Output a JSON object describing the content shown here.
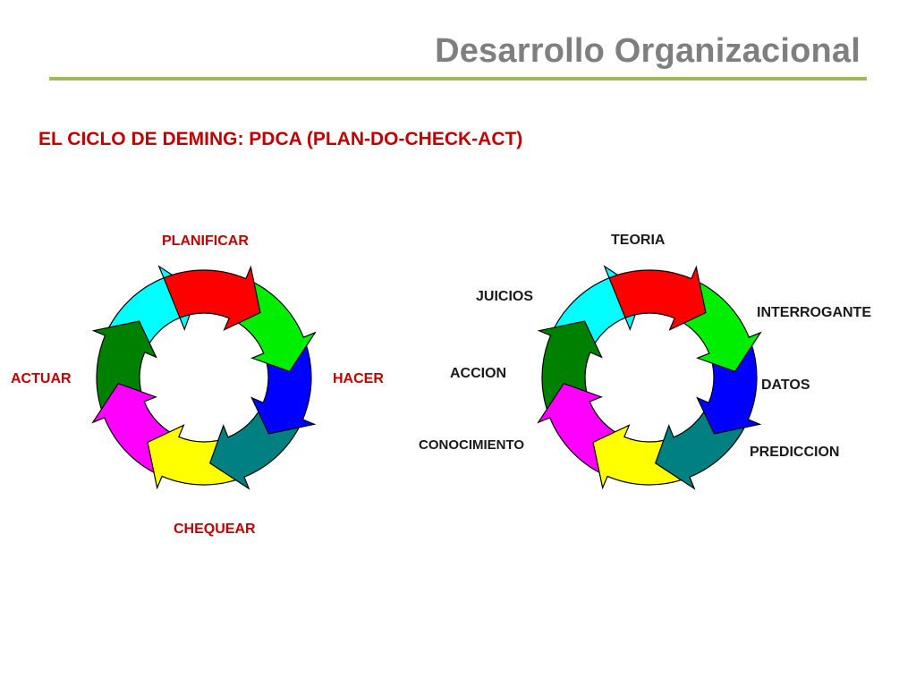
{
  "header": {
    "title": "Desarrollo Organizacional",
    "subtitle": "EL CICLO DE DEMING: PDCA (PLAN-DO-CHECK-ACT)"
  },
  "colors": {
    "rule": "#9bbb59",
    "title": "#7f7f7f",
    "subtitle": "#c00000",
    "segments": [
      "#ff0000",
      "#00ee00",
      "#0000ff",
      "#008080",
      "#ffff00",
      "#ff00ff",
      "#008000",
      "#00ffff"
    ]
  },
  "pdca_cycle": {
    "labels": {
      "plan": "PLANIFICAR",
      "do": "HACER",
      "check": "CHEQUEAR",
      "act": "ACTUAR"
    }
  },
  "knowledge_cycle": {
    "labels": {
      "theory": "TEORIA",
      "question": "INTERROGANTE",
      "data": "DATOS",
      "prediction": "PREDICCION",
      "knowledge": "CONOCIMIENTO",
      "action": "ACCION",
      "judgments": "JUICIOS"
    }
  }
}
